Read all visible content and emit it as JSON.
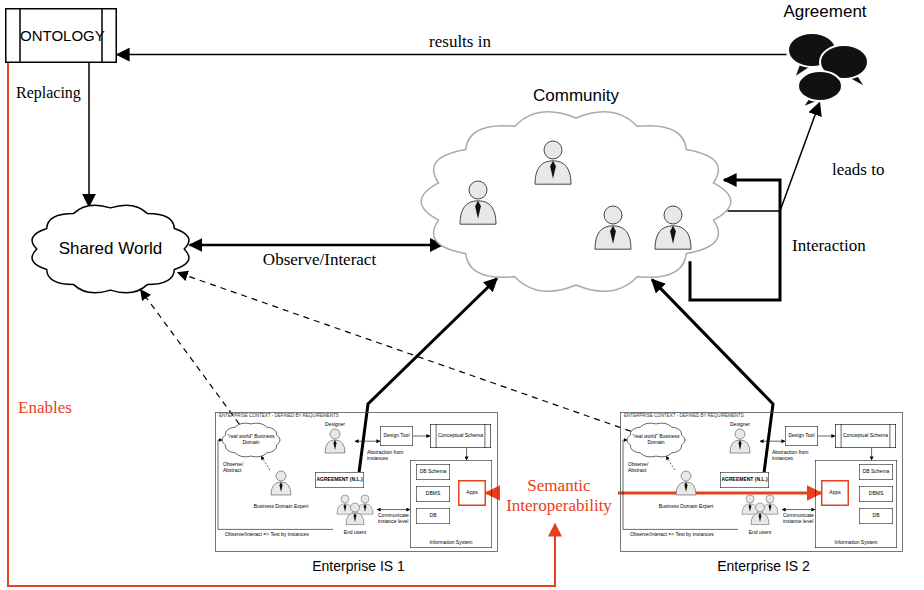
{
  "diagram": {
    "nodes": [
      {
        "text": [
          "ONTOLOGY"
        ]
      },
      {
        "text": [
          "Agreement"
        ]
      },
      {
        "text": [
          "Shared World"
        ]
      },
      {
        "text": [
          "Community"
        ]
      },
      {
        "text": [
          "ENTERPRISE CONTEXT - DEFINED BY REQUIREMENTS",
          "Enterprise IS 1"
        ]
      },
      {
        "text": [
          "\"real world\" Business Domain"
        ],
        "in": 4
      },
      {
        "text": [
          "Designer"
        ],
        "in": 4
      },
      {
        "text": [
          "Design Tool"
        ],
        "in": 4
      },
      {
        "text": [
          "Conceptual Schema"
        ],
        "in": 4
      },
      {
        "text": [
          "Business Domain Expert"
        ],
        "in": 4
      },
      {
        "text": [
          "AGREEMENT (N.L.)"
        ],
        "in": 4
      },
      {
        "text": [
          "End users"
        ],
        "in": 4
      },
      {
        "text": [
          "Information System"
        ],
        "in": 4
      },
      {
        "text": [
          "Apps"
        ],
        "in": 12
      },
      {
        "text": [
          "DB Schema"
        ],
        "in": 12
      },
      {
        "text": [
          "DBMS"
        ],
        "in": 12
      },
      {
        "text": [
          "DB"
        ],
        "in": 12
      },
      {
        "text": [
          "ENTERPRISE CONTEXT - DEFINED BY REQUIREMENTS",
          "Enterprise IS 2"
        ]
      },
      {
        "text": [
          "\"real world\" Business Domain"
        ],
        "in": 17
      },
      {
        "text": [
          "Designer"
        ],
        "in": 17
      },
      {
        "text": [
          "Design Tool"
        ],
        "in": 17
      },
      {
        "text": [
          "Conceptual Schema"
        ],
        "in": 17
      },
      {
        "text": [
          "Business Domain Expert"
        ],
        "in": 17
      },
      {
        "text": [
          "AGREEMENT (N.L.)"
        ],
        "in": 17
      },
      {
        "text": [
          "End users"
        ],
        "in": 17
      },
      {
        "text": [
          "Information System"
        ],
        "in": 17
      },
      {
        "text": [
          "Apps"
        ],
        "in": 25
      },
      {
        "text": [
          "DB Schema"
        ],
        "in": 25
      },
      {
        "text": [
          "DBMS"
        ],
        "in": 25
      },
      {
        "text": [
          "DB"
        ],
        "in": 25
      }
    ],
    "edges": [
      {
        "from": 1,
        "to": 0,
        "arrow": "to",
        "label": "results in"
      },
      {
        "from": 0,
        "to": 2,
        "arrow": "to",
        "label": "Replacing"
      },
      {
        "from": 2,
        "to": 3,
        "arrow": "both",
        "label": "Observe/Interact"
      },
      {
        "from": 3,
        "to": 3,
        "arrow": "to",
        "label": "Interaction"
      },
      {
        "from": 3,
        "to": 1,
        "arrow": "to",
        "label": "leads to"
      },
      {
        "from": 10,
        "to": 3,
        "arrow": "to"
      },
      {
        "from": 23,
        "to": 3,
        "arrow": "to"
      },
      {
        "from": 5,
        "to": 2,
        "arrow": "to"
      },
      {
        "from": 18,
        "to": 2,
        "arrow": "to"
      },
      {
        "from": 13,
        "to": 26,
        "arrow": "both",
        "label": "Semantic Interoperability"
      },
      {
        "from": 9,
        "to": 5,
        "arrow": "to",
        "label": "Observe/ Abstract"
      },
      {
        "from": 6,
        "to": 7,
        "arrow": "both"
      },
      {
        "from": 7,
        "to": 8,
        "arrow": "to"
      },
      {
        "from": 8,
        "to": 12,
        "arrow": "to"
      },
      {
        "from": 11,
        "to": 12,
        "arrow": "both",
        "label": "Communicate instance level"
      },
      {
        "from": 11,
        "to": 5,
        "arrow": "to",
        "label": "Observe/Interact => Test by instances"
      },
      {
        "from": 22,
        "to": 18,
        "arrow": "to",
        "label": "Observe/ Abstract"
      },
      {
        "from": 19,
        "to": 20,
        "arrow": "both"
      },
      {
        "from": 20,
        "to": 21,
        "arrow": "to"
      },
      {
        "from": 21,
        "to": 25,
        "arrow": "to"
      },
      {
        "from": 24,
        "to": 25,
        "arrow": "both",
        "label": "Communicate instance level"
      },
      {
        "from": 24,
        "to": 18,
        "arrow": "to",
        "label": "Observe/Interact => Test by instances"
      }
    ],
    "labels": [
      "Abstraction from instances",
      "Abstraction from instances",
      "Enables"
    ]
  }
}
